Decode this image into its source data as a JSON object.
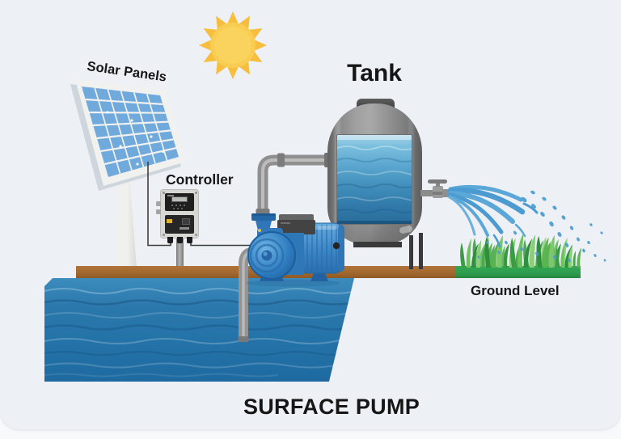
{
  "scene": {
    "title": "SURFACE PUMP",
    "labels": {
      "solar_panels": "Solar Panels",
      "controller": "Controller",
      "tank": "Tank",
      "ground_level": "Ground Level"
    },
    "colors": {
      "canvas_bg": "#edf0f5",
      "page_bg": "#f7f9fb",
      "sun_yellow": "#f6be3c",
      "solar_cell_blue": "#70a9dc",
      "pump_blue": "#2e7fc4",
      "water_deep_blue": "#2a77ab",
      "tank_water_blue": "#5aa6cf",
      "soil_brown": "#a2682e",
      "grass_strip_green": "#2e9e4f",
      "grass_blade_green": "#57b44e",
      "tank_grey": "#8f8f8f",
      "pipe_grey": "#9a9a9a",
      "wire_dark": "#3f3f3f",
      "text_dark": "#161616"
    },
    "icons": {
      "sun": "sun-icon",
      "solar_panel": "solar-panel-icon",
      "controller": "controller-device-icon",
      "pump": "surface-pump-icon",
      "tank": "storage-tank-icon",
      "tap": "tap-valve-icon",
      "grass": "grass-icon",
      "water": "water-icon",
      "spray": "water-spray-icon"
    }
  }
}
